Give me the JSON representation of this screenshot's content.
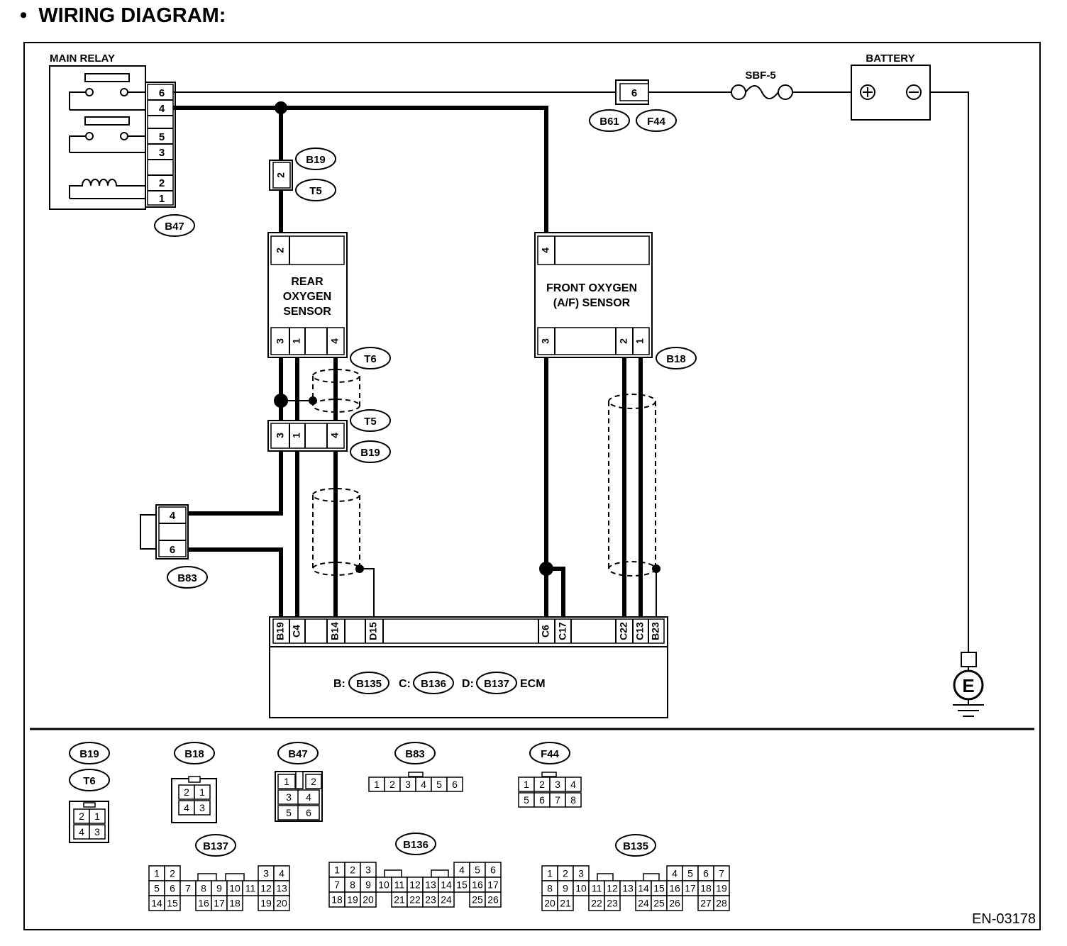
{
  "title": "WIRING DIAGRAM:",
  "figure_code": "EN-03178",
  "components": {
    "main_relay": "MAIN RELAY",
    "battery": "BATTERY",
    "fuse": "SBF-5",
    "rear_o2_line1": "REAR",
    "rear_o2_line2": "OXYGEN",
    "rear_o2_line3": "SENSOR",
    "front_o2_line1": "FRONT OXYGEN",
    "front_o2_line2": "(A/F) SENSOR",
    "ecm": "ECM",
    "ground": "E"
  },
  "connectors": {
    "b47": "B47",
    "b61": "B61",
    "f44": "F44",
    "b19": "B19",
    "t5": "T5",
    "t6": "T6",
    "b18": "B18",
    "b83": "B83",
    "b135": "B135",
    "b136": "B136",
    "b137": "B137",
    "b_prefix": "B:",
    "c_prefix": "C:",
    "d_prefix": "D:"
  },
  "relay_pins": [
    "6",
    "4",
    "5",
    "3",
    "2",
    "1"
  ],
  "b61_pin": "6",
  "b19_upper_pin": "2",
  "rear_top_pin": "2",
  "rear_bottom_pins": [
    "3",
    "1",
    "4"
  ],
  "b19_lower_pins": [
    "3",
    "1",
    "4"
  ],
  "front_top_pin": "4",
  "front_bottom_pins": [
    "3",
    "2",
    "1"
  ],
  "b83_pins": [
    "4",
    "6"
  ],
  "ecm_pins": [
    "B19",
    "C4",
    "B14",
    "D15",
    "C6",
    "C17",
    "C22",
    "C13",
    "B23"
  ],
  "legend": {
    "b19_t6_pins": [
      "2",
      "1",
      "4",
      "3"
    ],
    "b18_pins": [
      "2",
      "1",
      "4",
      "3"
    ],
    "b47_pins": [
      "1",
      "2",
      "3",
      "4",
      "5",
      "6"
    ],
    "b83_pins": [
      "1",
      "2",
      "3",
      "4",
      "5",
      "6"
    ],
    "f44_pins": [
      "1",
      "2",
      "3",
      "4",
      "5",
      "6",
      "7",
      "8"
    ],
    "b137_pins": [
      "1",
      "2",
      "3",
      "4",
      "5",
      "6",
      "7",
      "8",
      "9",
      "10",
      "11",
      "12",
      "13",
      "14",
      "15",
      "16",
      "17",
      "18",
      "19",
      "20"
    ],
    "b136_pins": [
      "1",
      "2",
      "3",
      "4",
      "5",
      "6",
      "7",
      "8",
      "9",
      "10",
      "11",
      "12",
      "13",
      "14",
      "15",
      "16",
      "17",
      "18",
      "19",
      "20",
      "21",
      "22",
      "23",
      "24",
      "25",
      "26"
    ],
    "b135_pins": [
      "1",
      "2",
      "3",
      "4",
      "5",
      "6",
      "7",
      "8",
      "9",
      "10",
      "11",
      "12",
      "13",
      "14",
      "15",
      "16",
      "17",
      "18",
      "19",
      "20",
      "21",
      "22",
      "23",
      "24",
      "25",
      "26",
      "27",
      "28"
    ]
  }
}
